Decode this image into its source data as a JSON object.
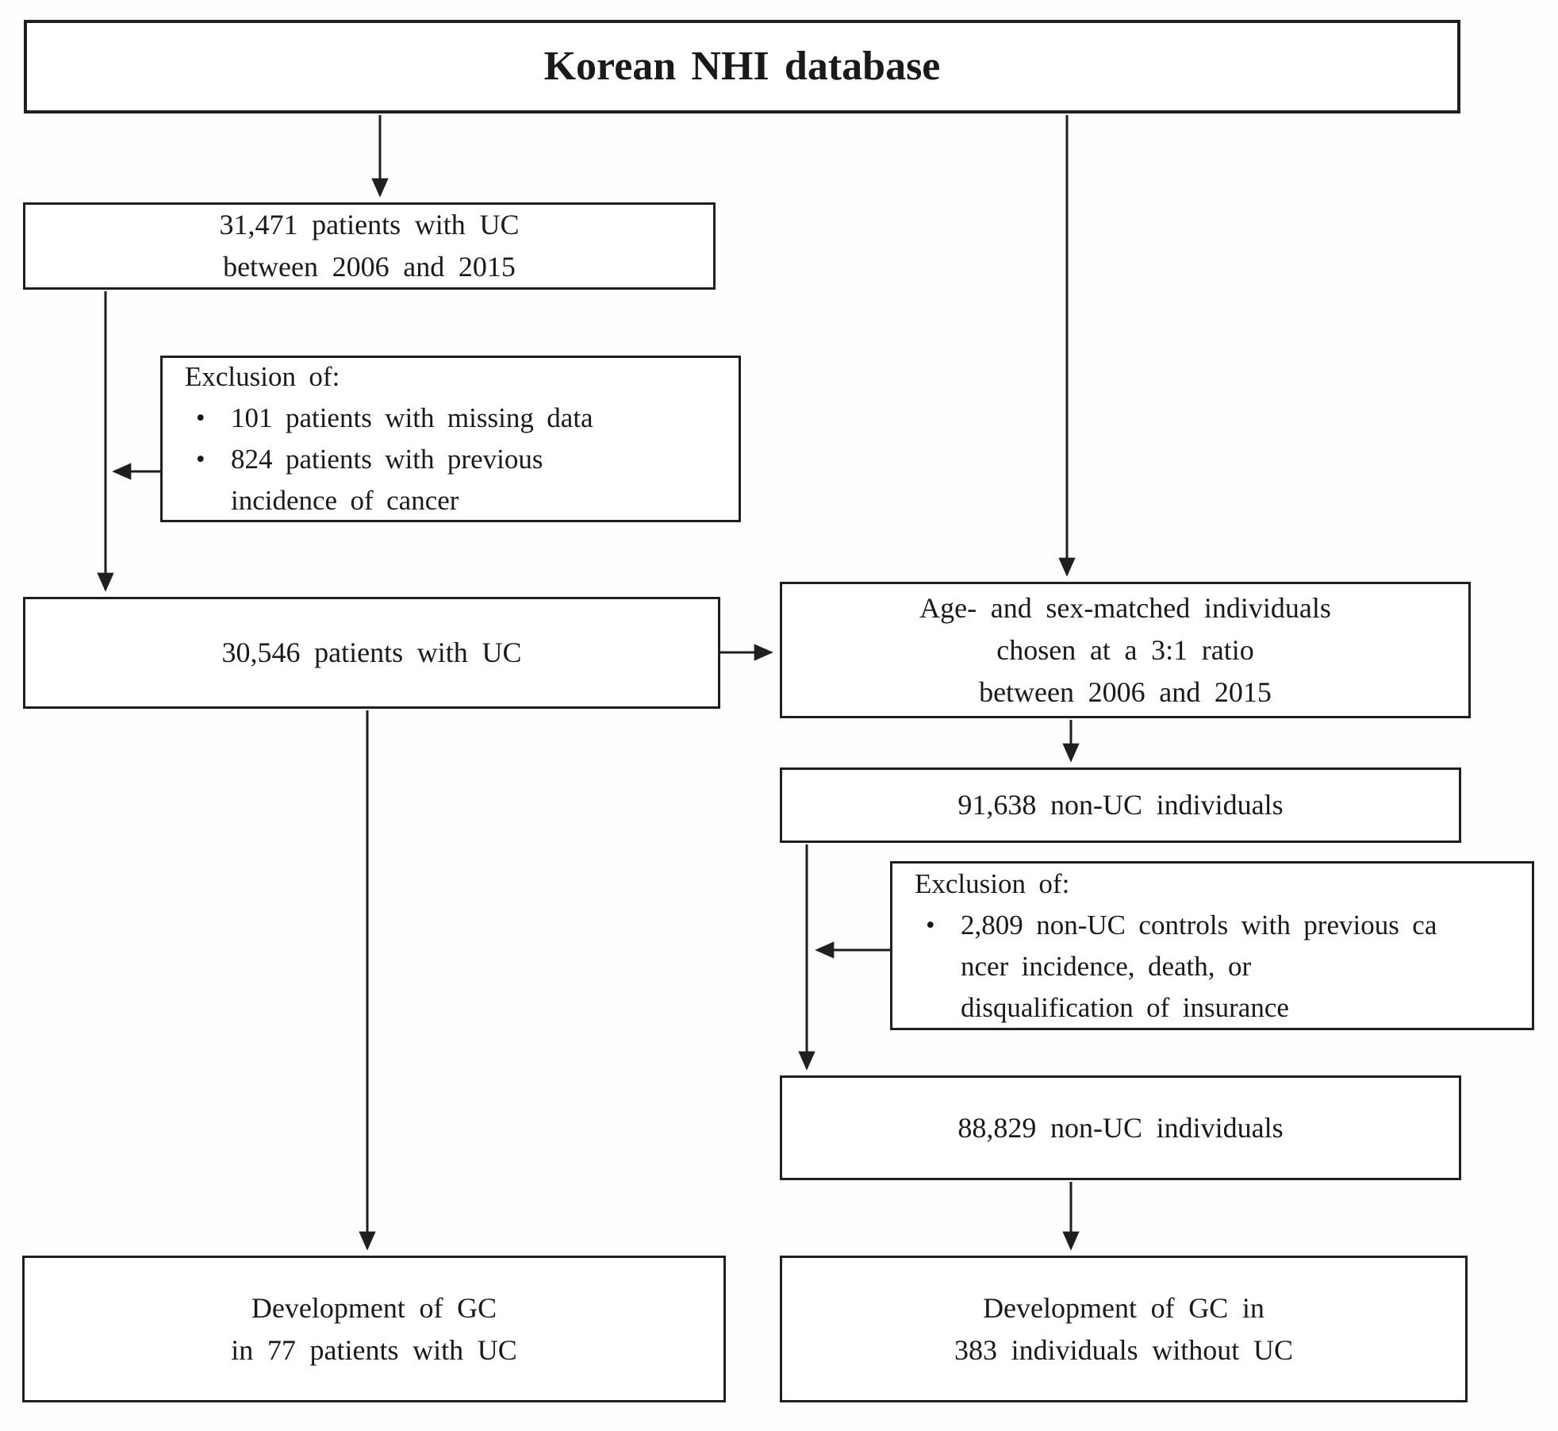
{
  "diagram": {
    "title": "Korean NHI database",
    "nodes": {
      "uc_initial": {
        "lines": [
          "31,471 patients with UC",
          "between 2006 and 2015"
        ]
      },
      "uc_exclusion": {
        "heading": "Exclusion of:",
        "items": [
          {
            "m": "•",
            "t": "101 patients with missing data"
          },
          {
            "m": "•",
            "t": "824 patients with previous"
          },
          {
            "m": "",
            "t": "incidence of cancer"
          }
        ]
      },
      "uc_cohort": {
        "lines": [
          "30,546 patients with UC"
        ]
      },
      "matched_individuals": {
        "lines": [
          "Age- and sex-matched individuals",
          "chosen at a 3:1 ratio",
          "between 2006 and 2015"
        ]
      },
      "nonuc_initial": {
        "lines": [
          "91,638 non-UC individuals"
        ]
      },
      "nonuc_exclusion": {
        "heading": "Exclusion of:",
        "items": [
          {
            "m": "•",
            "t": "2,809 non-UC controls with previous ca"
          },
          {
            "m": "",
            "t": "ncer incidence,  death,  or"
          },
          {
            "m": "",
            "t": "disqualification  of insurance"
          }
        ]
      },
      "nonuc_cohort": {
        "lines": [
          "88,829 non-UC individuals"
        ]
      },
      "uc_outcome": {
        "lines": [
          "Development of GC",
          "in 77 patients with UC"
        ]
      },
      "nonuc_outcome": {
        "lines": [
          "Development of GC in",
          "383 individuals without UC"
        ]
      }
    }
  }
}
